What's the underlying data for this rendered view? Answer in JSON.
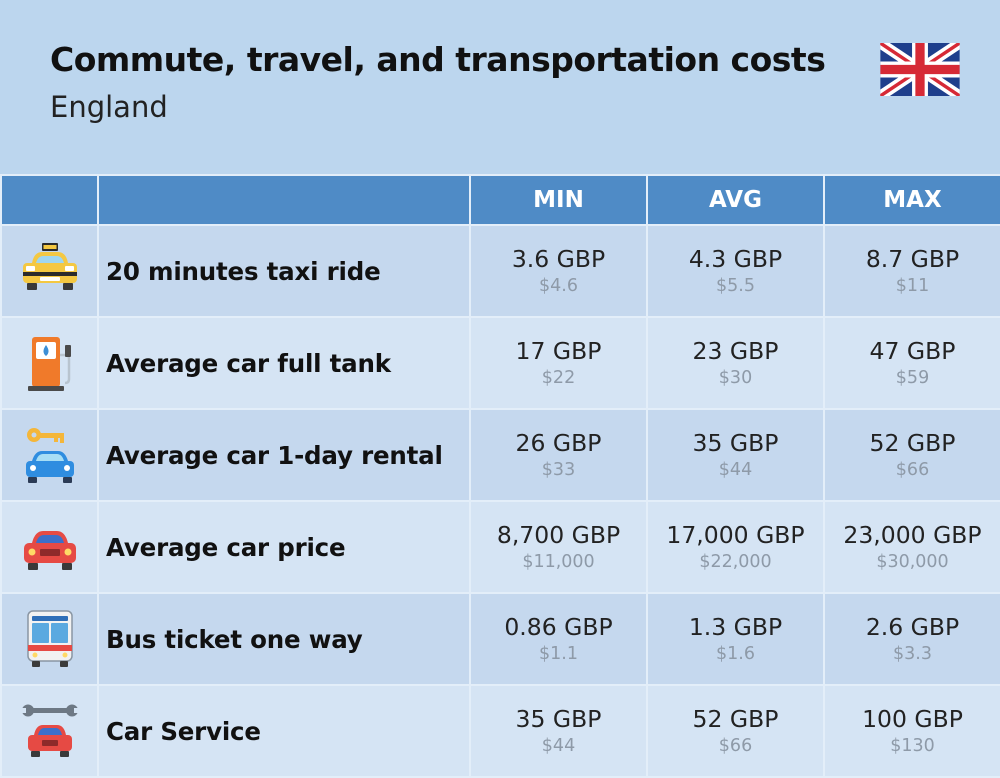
{
  "header": {
    "title": "Commute, travel, and transportation costs",
    "subtitle": "England"
  },
  "flag_icon": "uk-flag-icon",
  "columns": [
    "",
    "",
    "MIN",
    "AVG",
    "MAX"
  ],
  "rows": [
    {
      "icon": "taxi-icon",
      "label": "20 minutes taxi ride",
      "min": {
        "gbp": "3.6 GBP",
        "usd": "$4.6"
      },
      "avg": {
        "gbp": "4.3 GBP",
        "usd": "$5.5"
      },
      "max": {
        "gbp": "8.7 GBP",
        "usd": "$11"
      }
    },
    {
      "icon": "fuel-pump-icon",
      "label": "Average car full tank",
      "min": {
        "gbp": "17 GBP",
        "usd": "$22"
      },
      "avg": {
        "gbp": "23 GBP",
        "usd": "$30"
      },
      "max": {
        "gbp": "47 GBP",
        "usd": "$59"
      }
    },
    {
      "icon": "car-key-icon",
      "label": "Average car 1-day rental",
      "min": {
        "gbp": "26 GBP",
        "usd": "$33"
      },
      "avg": {
        "gbp": "35 GBP",
        "usd": "$44"
      },
      "max": {
        "gbp": "52 GBP",
        "usd": "$66"
      }
    },
    {
      "icon": "car-icon",
      "label": "Average car price",
      "min": {
        "gbp": "8,700 GBP",
        "usd": "$11,000"
      },
      "avg": {
        "gbp": "17,000 GBP",
        "usd": "$22,000"
      },
      "max": {
        "gbp": "23,000 GBP",
        "usd": "$30,000"
      }
    },
    {
      "icon": "bus-icon",
      "label": "Bus ticket one way",
      "min": {
        "gbp": "0.86 GBP",
        "usd": "$1.1"
      },
      "avg": {
        "gbp": "1.3 GBP",
        "usd": "$1.6"
      },
      "max": {
        "gbp": "2.6 GBP",
        "usd": "$3.3"
      }
    },
    {
      "icon": "wrench-car-icon",
      "label": "Car Service",
      "min": {
        "gbp": "35 GBP",
        "usd": "$44"
      },
      "avg": {
        "gbp": "52 GBP",
        "usd": "$66"
      },
      "max": {
        "gbp": "100 GBP",
        "usd": "$130"
      }
    }
  ],
  "colors": {
    "background": "#bcd6ee",
    "header_row": "#4f8bc6",
    "row_odd": "#c5d8ee",
    "row_even": "#d5e4f4",
    "usd_text": "#8e9aa8"
  }
}
